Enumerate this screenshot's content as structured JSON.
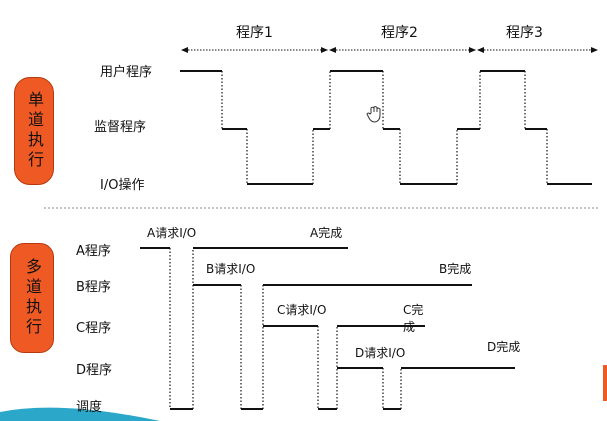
{
  "single": {
    "badge": "单道执行",
    "rows": [
      "用户程序",
      "监督程序",
      "I/O操作"
    ],
    "programs": [
      "程序1",
      "程序2",
      "程序3"
    ]
  },
  "multi": {
    "badge": "多道执行",
    "rows": [
      "A程序",
      "B程序",
      "C程序",
      "D程序",
      "调度"
    ],
    "annotations": {
      "a_request": "A请求I/O",
      "a_done": "A完成",
      "b_request": "B请求I/O",
      "b_done": "B完成",
      "c_request": "C请求I/O",
      "c_done_1": "C完",
      "c_done_2": "成",
      "d_request": "D请求I/O",
      "d_done": "D完成"
    }
  },
  "icons": [
    "hand-cursor-icon"
  ]
}
